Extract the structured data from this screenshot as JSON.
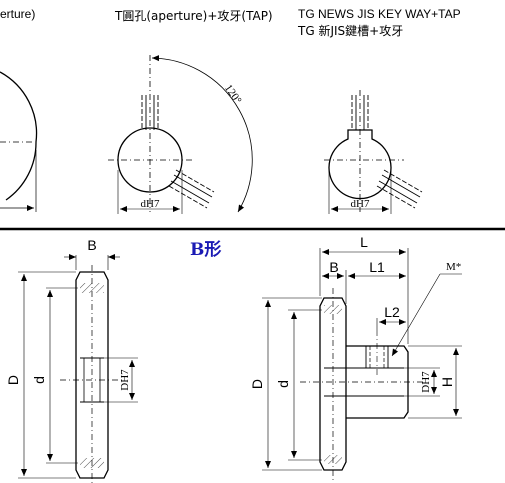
{
  "captions": {
    "left_caption": "erture)",
    "middle_caption": "T圓孔(aperture)+攻牙(TAP)",
    "right_caption_line1": "TG NEWS JIS KEY WAY+TAP",
    "right_caption_line2": "TG 新JIS鍵槽+攻牙"
  },
  "top_views": {
    "angle_label": "120°",
    "bore_label_middle": "dH7",
    "bore_label_right": "dH7"
  },
  "b_type": {
    "title": "B形",
    "left_view": {
      "width_label": "B",
      "outer_diameter_label": "D",
      "pitch_diameter_label": "d",
      "bore_label": "DH7"
    },
    "right_view": {
      "length_label": "L",
      "width_label": "B",
      "l1_label": "L1",
      "l2_label": "L2",
      "tap_label": "M*",
      "outer_diameter_label": "D",
      "pitch_diameter_label": "d",
      "bore_label": "DH7",
      "hub_label": "H"
    }
  }
}
